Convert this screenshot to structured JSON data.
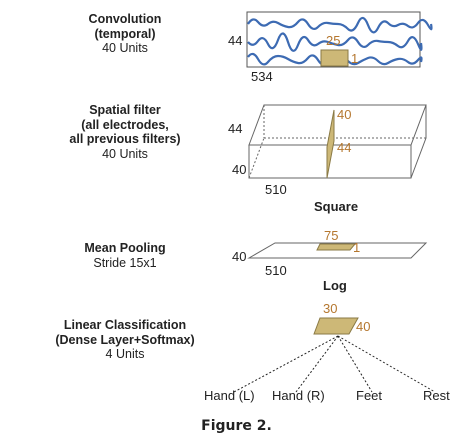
{
  "layers": [
    {
      "title_lines": [
        "Convolution",
        "(temporal)"
      ],
      "units": "40 Units"
    },
    {
      "title_lines": [
        "Spatial filter",
        "(all electrodes,",
        "all previous filters)"
      ],
      "units": "40 Units"
    },
    {
      "title_lines": [
        "Mean Pooling"
      ],
      "units": "Stride 15x1"
    },
    {
      "title_lines": [
        "Linear Classification",
        "(Dense Layer+Softmax)"
      ],
      "units": "4 Units"
    }
  ],
  "conv": {
    "height": "44",
    "width": "534",
    "kernel_len": "25",
    "kernel_w": "1"
  },
  "spatial": {
    "depth": "40",
    "height": "44",
    "width": "510",
    "filter_depth": "40",
    "filter_height": "44"
  },
  "ops": {
    "square": "Square",
    "log": "Log"
  },
  "pool": {
    "depth": "40",
    "width": "510",
    "kernel_len": "75",
    "kernel_w": "1"
  },
  "dense": {
    "depth": "30",
    "width": "40"
  },
  "classes": [
    "Hand (L)",
    "Hand (R)",
    "Feet",
    "Rest"
  ],
  "caption": "Figure 2.",
  "colors": {
    "signal": "#3d6bb3",
    "filter_fill": "#cdb877",
    "filter_stroke": "#8a7a45",
    "dim_label": "#b5772f"
  }
}
